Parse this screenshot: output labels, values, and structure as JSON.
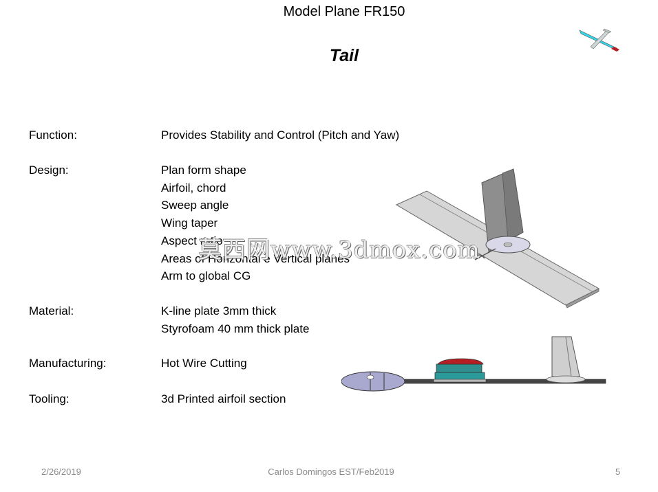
{
  "header": {
    "title": "Model Plane FR150"
  },
  "slide": {
    "title": "Tail"
  },
  "sections": [
    {
      "label": "Function:",
      "lines": [
        "Provides Stability and Control (Pitch and Yaw)"
      ]
    },
    {
      "label": "Design:",
      "lines": [
        "Plan form shape",
        "Airfoil, chord",
        "Sweep angle",
        "Wing taper",
        "Aspect ratio",
        "Areas of  Horizontal e Vertical planes",
        "Arm to global CG"
      ]
    },
    {
      "label": "Material:",
      "lines": [
        "K-line plate 3mm thick",
        "Styrofoam 40 mm thick plate"
      ]
    },
    {
      "label": "Manufacturing:",
      "lines": [
        "Hot Wire Cutting"
      ]
    },
    {
      "label": "Tooling:",
      "lines": [
        "3d Printed airfoil section"
      ]
    }
  ],
  "watermark": "莫西网www.3dmox.com",
  "footer": {
    "date": "2/26/2019",
    "author": "Carlos Domingos EST/Feb2019",
    "page": "5"
  },
  "colors": {
    "accent_cyan": "#33d6e6",
    "nose_red": "#b51f24",
    "body_teal": "#2a9a9a",
    "skin_grey": "#c9c9c9"
  }
}
